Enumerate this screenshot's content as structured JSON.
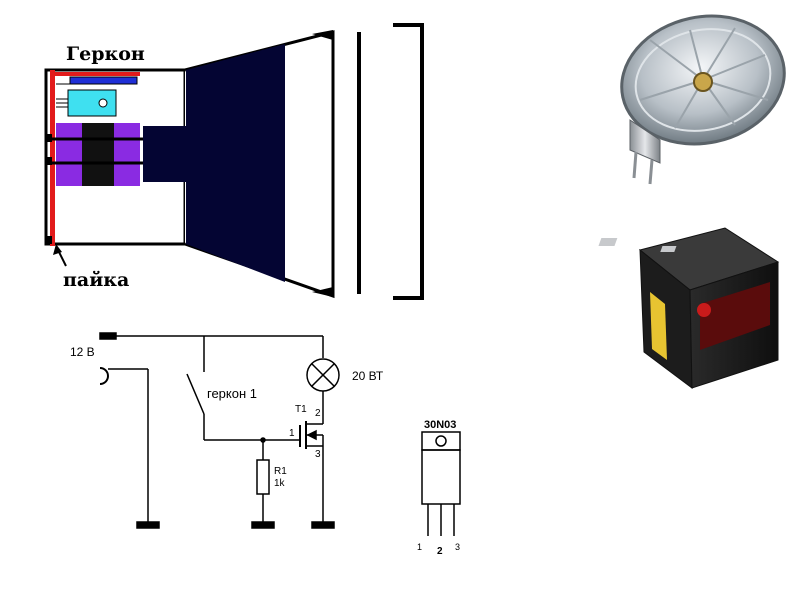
{
  "mechanical_sketch": {
    "reed_switch_label": "Геркон",
    "solder_label": "пайка"
  },
  "schematic": {
    "supply_label": "12 В",
    "lamp_label": "20 ВТ",
    "switch_label": "геркон 1",
    "transistor_label": "T1",
    "gate_pin": "1",
    "drain_pin": "2",
    "source_pin": "3",
    "resistor_label": "R1",
    "resistor_value": "1k"
  },
  "package": {
    "part_number": "30N03",
    "pin_1": "1",
    "pin_2": "2",
    "pin_3": "3"
  },
  "colors": {
    "red_wire": "#e21b1b",
    "blue_bar": "#1f2fd6",
    "cyan_part": "#3fe0f0",
    "purple_part": "#8a2be2",
    "dark_fill": "#040533"
  }
}
